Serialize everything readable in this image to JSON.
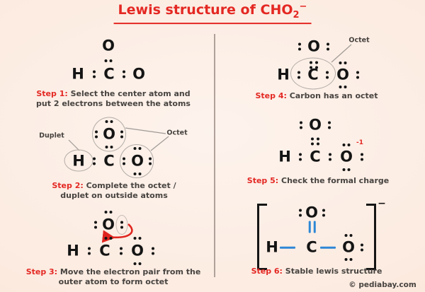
{
  "title": {
    "main": "Lewis structure of CHO",
    "subscript": "2",
    "charge": "−"
  },
  "atoms": {
    "hydrogen": "H",
    "carbon": "C",
    "oxygen": "O"
  },
  "labels": {
    "duplet": "Duplet",
    "octet": "Octet",
    "formal_charge": "-1",
    "ion_charge": "−"
  },
  "steps": [
    {
      "label": "Step 1:",
      "text": " Select the center atom and put 2 electrons between the atoms"
    },
    {
      "label": "Step 2:",
      "text": " Complete the octet / duplet on outside atoms"
    },
    {
      "label": "Step 3:",
      "text": " Move the electron pair from the outer atom to form octet"
    },
    {
      "label": "Step 4:",
      "text": " Carbon has an octet"
    },
    {
      "label": "Step 5:",
      "text": " Check the formal charge"
    },
    {
      "label": "Step 6:",
      "text": " Stable lewis structure"
    }
  ],
  "footer": {
    "credit": "© pediabay.com"
  },
  "colors": {
    "accent_red": "#e42823",
    "bond_blue": "#2e87d6",
    "caption_gray": "#474340",
    "atom_black": "#141414"
  }
}
